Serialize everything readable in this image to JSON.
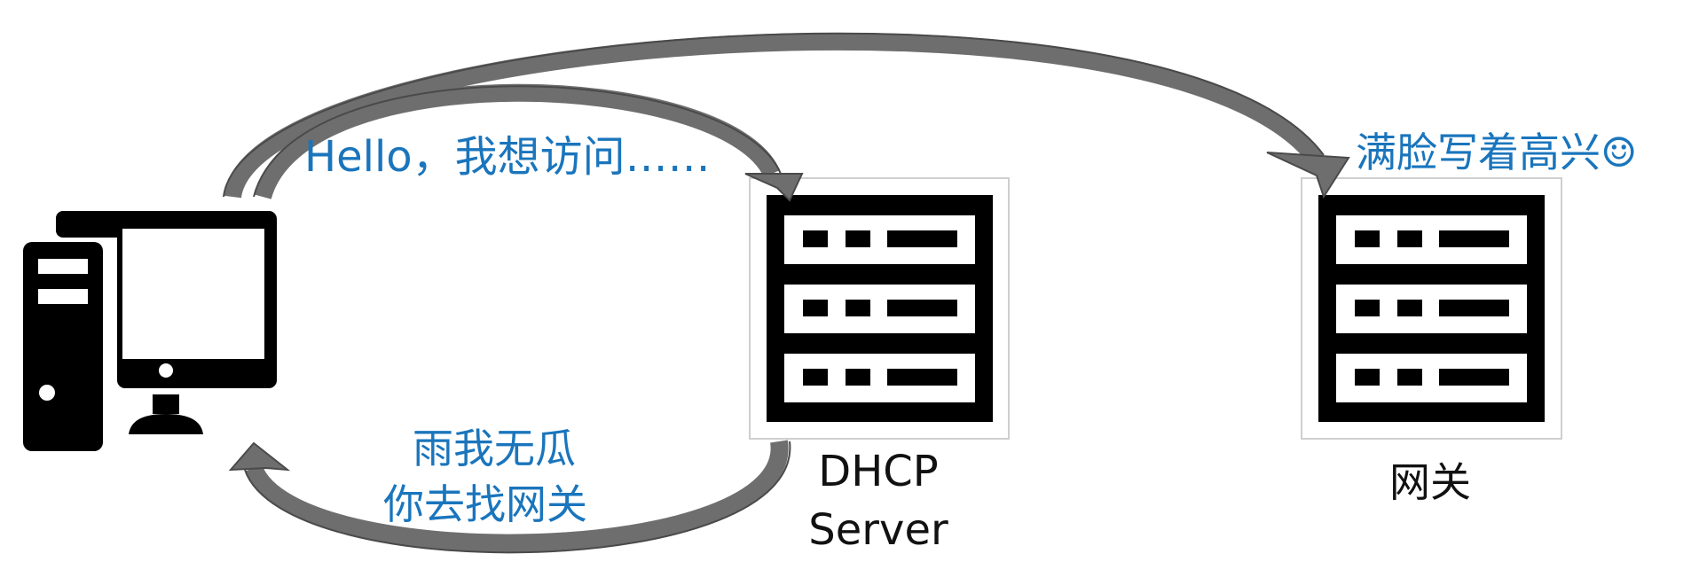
{
  "labels": {
    "client_to_dhcp": "Hello，我想访问……",
    "dhcp_reply_line1": "雨我无瓜",
    "dhcp_reply_line2": "你去找网关",
    "gateway_reaction": "满脸写着高兴☺",
    "dhcp_server_line1": "DHCP",
    "dhcp_server_line2": "Server",
    "gateway_name": "网关"
  },
  "icons": {
    "client": "desktop-computer-icon",
    "dhcp_server": "server-rack-icon",
    "gateway": "server-rack-icon"
  },
  "colors": {
    "message_text": "#1a75bc",
    "arrow_fill": "#6e6e6e",
    "icon": "#000000"
  }
}
